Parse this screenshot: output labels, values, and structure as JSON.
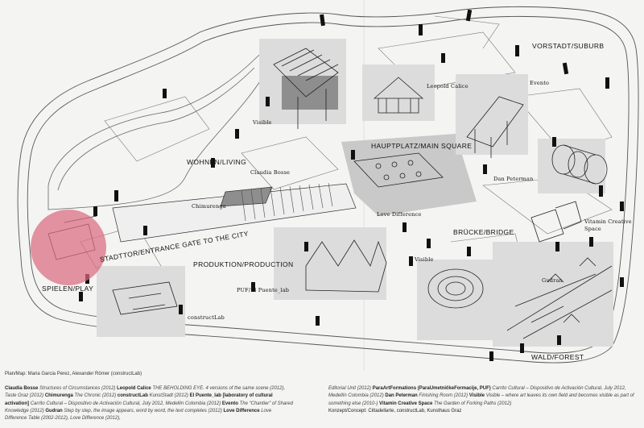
{
  "colors": {
    "background": "#f4f4f2",
    "play_highlight": "#d96b7e",
    "shade_light": "#dcdcdc",
    "shade_dark": "#8e8e8e",
    "marker": "#111111"
  },
  "labels": {
    "vorstadt": "VORSTADT/SUBURB",
    "evento": "Evento",
    "leopold": "Leopold Calice",
    "visible_top": "Visible",
    "wohnen": "WOHNEN/LIVING",
    "hauptplatz": "HAUPTPLATZ/MAIN SQUARE",
    "claudia": "Claudia Bosse",
    "dan": "Dan Peterman",
    "chimurenga": "Chimurenga",
    "love_difference": "Love Difference",
    "vitamin": "Vitamin Creative Space",
    "stadttor": "STADTTOR/ENTRANCE GATE TO THE CITY",
    "bruecke": "BRÜCKE/BRIDGE",
    "produktion": "PRODUKTION/PRODUCTION",
    "visible_mid": "Visible",
    "gudran": "Gudran",
    "puf": "PUF/El Puente_lab",
    "spielen": "SPIELEN/PLAY",
    "constructlab": "constructLab",
    "wald": "WALD/FOREST"
  },
  "credit": "Plan/Map: Maria Garcia Perez, Alexander Römer (constructLab)",
  "legend_left": [
    {
      "b": "Claudia Bosse",
      "i": "Structures of Circumstances (2012)"
    },
    {
      "b": "Leopold Calice",
      "i": "THE BEHOLDING EYE. 4 versions of the same scene (2012), Taste Graz (2012)"
    },
    {
      "b": "Chimurenga",
      "i": "The Chronic (2012)"
    },
    {
      "b": "constructLab",
      "i": "KunstStadt (2012)"
    },
    {
      "b": "El Puente_lab [laboratory of cultural activation]",
      "i": "Carrito Cultural – Dispositivo de Activación Cultural, July 2012, Medellín Colombia (2012)"
    },
    {
      "b": "Evento",
      "i": "The “Chantier” of Shared Knowledge (2012)"
    },
    {
      "b": "Gudran",
      "i": "Step by step, the image appears, word by word, the text completes (2012)"
    },
    {
      "b": "Love Difference",
      "i": "Love Difference Table (2002-2012), Love Difference (2012),"
    }
  ],
  "legend_right": [
    {
      "b": "",
      "i": "Editorial Unit (2012)"
    },
    {
      "b": "ParaArtFormations (ParaUmetničkeFormacije, PUF)",
      "i": "Carrito Cultural – Dispositivo de Activación Cultural, July 2012, Medellín Colombia (2012)"
    },
    {
      "b": "Dan Peterman",
      "i": "Finishing Room (2012)"
    },
    {
      "b": "Visible",
      "i": "Visible – where art leaves its own field and becomes visible as part of something else (2010-)"
    },
    {
      "b": "Vitamin Creative Space",
      "i": "The Garden of Forking Paths (2012)"
    }
  ],
  "konzept": "Konzept/Concept: Cittadellarte, constructLab, Kunsthaus Graz"
}
